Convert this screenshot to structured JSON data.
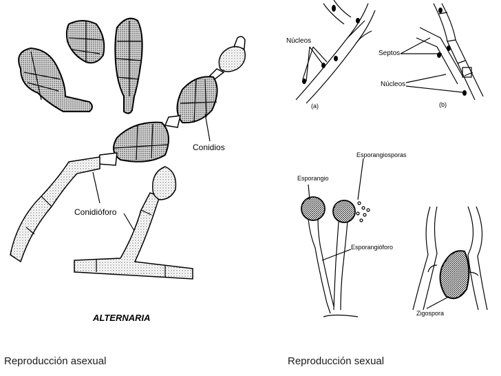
{
  "left_figure": {
    "labels": {
      "conidia": "Conidios",
      "conidiophore": "Conidióforo",
      "genus": "ALTERNARIA"
    }
  },
  "right_figure": {
    "labels": {
      "nuclei_a": "Núcleos",
      "septa": "Septos",
      "nuclei_b": "Núcleos",
      "panel_a": "(a)",
      "panel_b": "(b)",
      "sporangiospores": "Esporangiosporas",
      "sporangium": "Esporangio",
      "sporangiophore": "Esporangióforo",
      "zygospore": "Zigospora"
    }
  },
  "captions": {
    "left": "Reproducción asexual",
    "right": "Reproducción sexual"
  }
}
